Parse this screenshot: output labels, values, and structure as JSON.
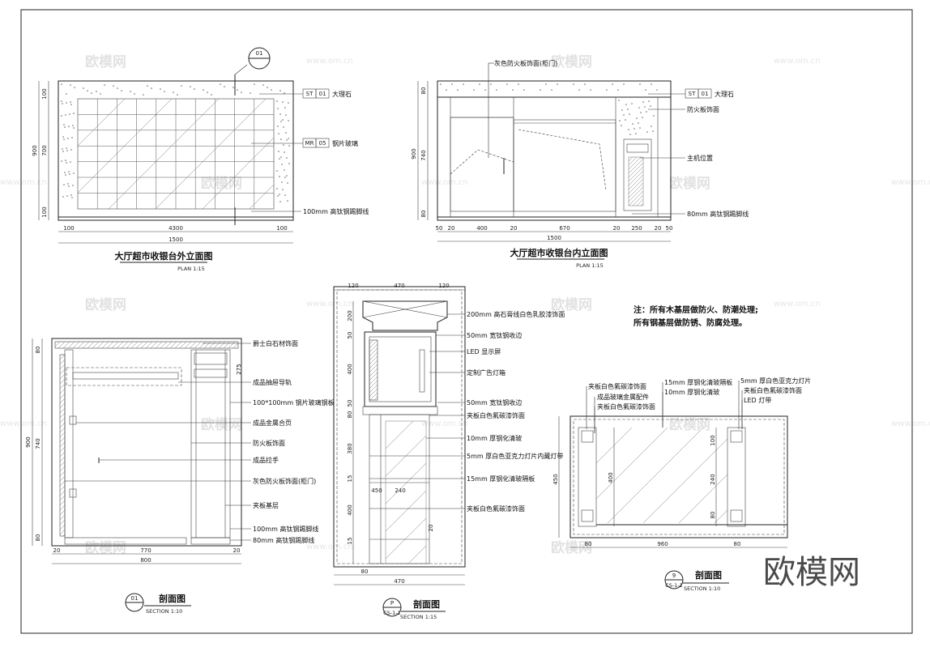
{
  "watermark": {
    "text": "欧模网",
    "url": "www.om.cn"
  },
  "brand": "欧模网",
  "note": {
    "line1": "注：所有木基层做防火、防潮处理;",
    "line2": "所有钢基层做防锈、防腐处理。"
  },
  "view1": {
    "title": "大厅超市收银台外立面图",
    "scale": "PLAN 1:15",
    "callout": "01",
    "tag1": {
      "code": "ST",
      "num": "01",
      "text": "大理石"
    },
    "tag2": {
      "code": "MR",
      "num": "05",
      "text": "钢片玻璃"
    },
    "label3": "100mm 高钛钢踢脚线",
    "dims_left": [
      "100",
      "700",
      "100"
    ],
    "dim_left_total": "900",
    "dims_bottom": [
      "100",
      "4300",
      "100"
    ],
    "dim_bottom_total": "1500"
  },
  "view2": {
    "title": "大厅超市收银台内立面图",
    "scale": "PLAN 1:15",
    "top_label": "灰色防火板饰面(柜门)",
    "tag1": {
      "code": "ST",
      "num": "01",
      "text": "大理石"
    },
    "label2": "防火板饰面",
    "label3": "主机位置",
    "label4": "80mm 高钛钢踢脚线",
    "dims_left": [
      "80",
      "740",
      "80"
    ],
    "dim_left_total": "900",
    "dims_bottom": [
      "50",
      "20",
      "400",
      "20",
      "670",
      "20",
      "250",
      "20",
      "50"
    ],
    "dim_bottom_total": "1500"
  },
  "view3": {
    "title": "剖面图",
    "scale": "SECTION 1:10",
    "callout": "01",
    "labels": [
      "爵士白石材饰面",
      "成品抽屉导轨",
      "100*100mm 钢片玻璃钢板",
      "成品金属合页",
      "防火板饰面",
      "成品拉手",
      "灰色防火板饰面(柜门)",
      "夹板基层",
      "100mm 高钛钢踢脚线",
      "80mm 高钛钢踢脚线"
    ],
    "dims_left": [
      "80",
      "740",
      "80"
    ],
    "dim_left_total": "900",
    "dims_bottom": [
      "20",
      "770",
      "20"
    ],
    "dim_bottom_total": "800",
    "dim_side": "275"
  },
  "view4": {
    "title": "剖面图",
    "scale": "SECTION 1:15",
    "callout_num": "P",
    "callout_ref": "CS-1-1",
    "dims_top": [
      "120",
      "470",
      "120"
    ],
    "dims_left": [
      "200",
      "50",
      "400",
      "50",
      "80",
      "380",
      "15",
      "400",
      "15"
    ],
    "dims_bottom": [
      "80",
      "450",
      "240",
      "20"
    ],
    "dim_bottom_total": "470",
    "labels": [
      "200mm 高石膏线白色乳胶漆饰面",
      "50mm 宽钛钢收边",
      "LED 显示屏",
      "定制广告灯箱",
      "50mm 宽钛钢收边",
      "夹板白色氟碳漆饰面",
      "10mm 厚钢化清玻",
      "5mm 厚白色亚克力灯片内藏灯带",
      "15mm 厚钢化清玻隔板",
      "夹板白色氟碳漆饰面"
    ]
  },
  "view5": {
    "title": "剖面图",
    "scale": "SECTION 1:10",
    "callout_num": "9",
    "callout_ref": "CS-1-1",
    "labels_top": [
      "夹板白色氟碳漆饰面",
      "成品玻璃金属配件",
      "夹板白色氟碳漆饰面",
      "15mm 厚钢化清玻隔板",
      "10mm 厚钢化清玻",
      "5mm 厚白色亚克力灯片",
      "夹板白色氟碳漆饰面",
      "LED 灯带"
    ],
    "dims_left": "450",
    "dims_inner": [
      "100",
      "240",
      "80"
    ],
    "dim_inner_v": "400",
    "dims_bottom": [
      "80",
      "960",
      "80"
    ]
  }
}
